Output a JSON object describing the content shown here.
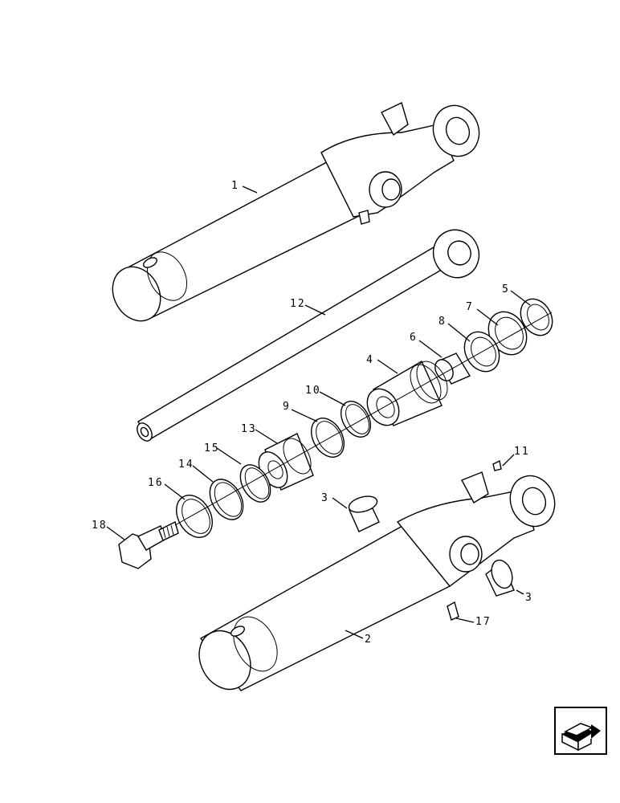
{
  "callouts": {
    "c1": "1",
    "c2": "2",
    "c3a": "3",
    "c3b": "3",
    "c4": "4",
    "c5": "5",
    "c6": "6",
    "c7": "7",
    "c8": "8",
    "c9": "9",
    "c10": "10",
    "c11": "11",
    "c12": "12",
    "c13": "13",
    "c14": "14",
    "c15": "15",
    "c16": "16",
    "c17": "17",
    "c18": "18"
  },
  "nav_icon": {
    "name": "next-page-arrow-icon"
  }
}
